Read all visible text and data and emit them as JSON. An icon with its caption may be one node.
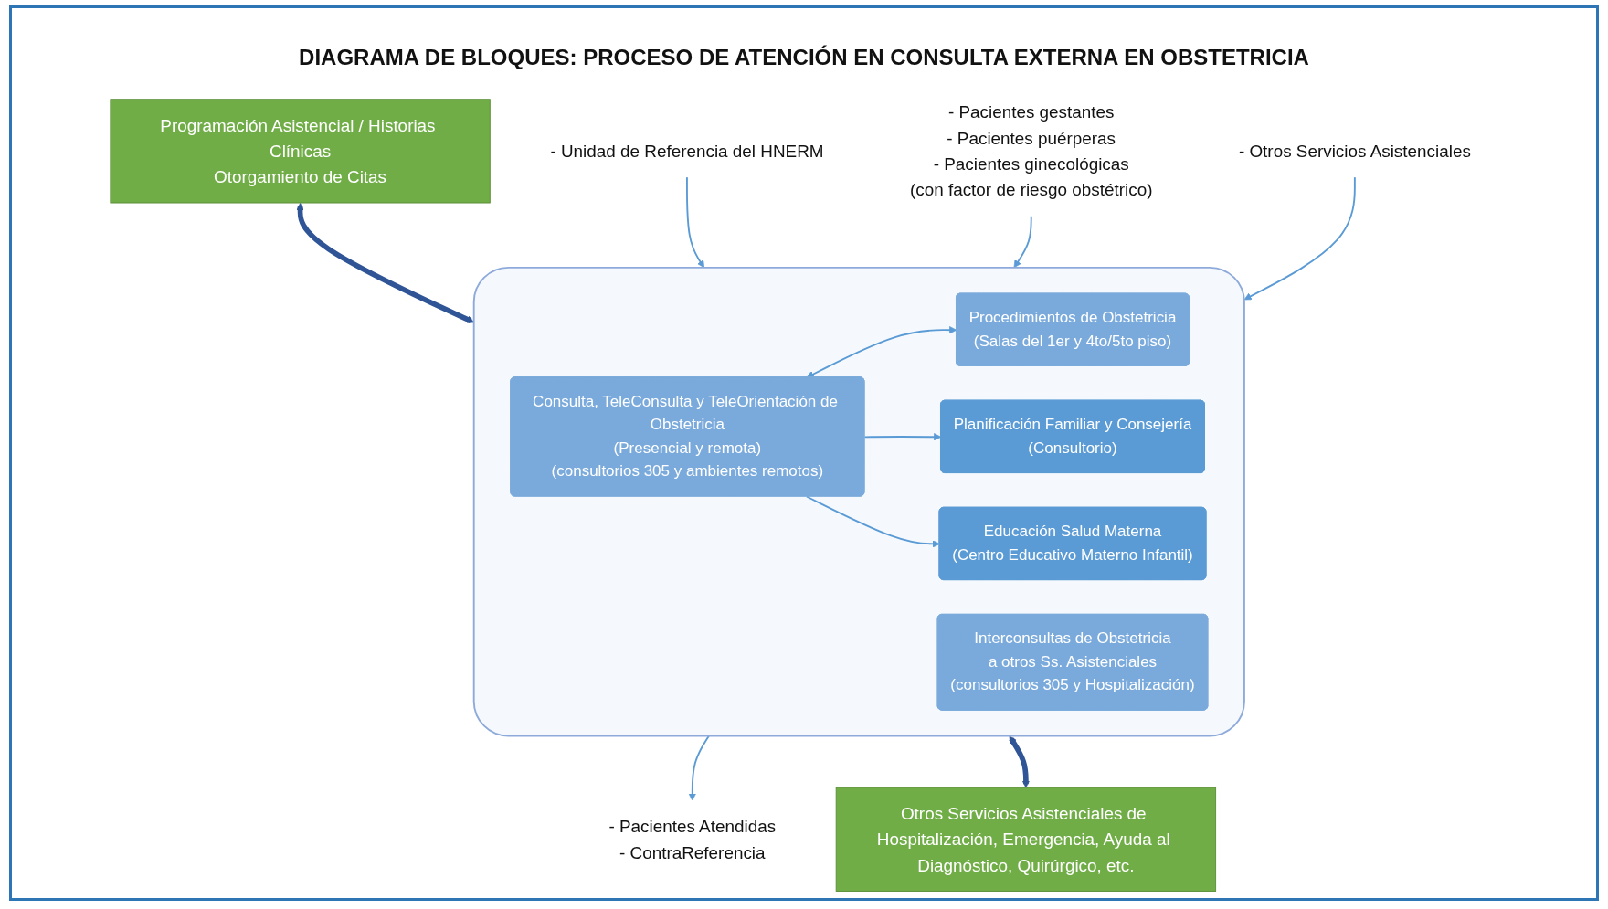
{
  "diagram": {
    "title": "DIAGRAMA DE BLOQUES: PROCESO DE ATENCIÓN EN CONSULTA EXTERNA EN OBSTETRICIA",
    "nodes": [
      {
        "text": [
          "Programación Asistencial / Historias Clínicas",
          "Otorgamiento de Citas"
        ]
      },
      {
        "text": [],
        "shape": "box"
      },
      {
        "text": [
          "Consulta, TeleConsulta y TeleOrientación de Obstetricia",
          "(Presencial y remota)",
          "(consultorios 305 y ambientes remotos)"
        ],
        "in": 1
      },
      {
        "text": [
          "Procedimientos de Obstetricia",
          "(Salas del 1er y 4to/5to piso)"
        ],
        "in": 1
      },
      {
        "text": [
          "Interconsultas de Obstetricia",
          "a otros Ss. Asistenciales",
          "(consultorios 305 y Hospitalización)"
        ],
        "in": 1
      },
      {
        "text": [
          "Planificación Familiar y Consejería",
          "(Consultorio)"
        ],
        "in": 1
      },
      {
        "text": [
          "Educación Salud Materna",
          "(Centro Educativo Materno Infantil)"
        ],
        "in": 1
      },
      {
        "text": [
          "Otros Servicios Asistenciales de Hospitalización, Emergencia, Ayuda al Diagnóstico, Quirúrgico, etc."
        ]
      },
      {
        "text": [
          "- Unidad de Referencia del HNERM"
        ]
      },
      {
        "text": [
          "- Pacientes gestantes",
          "- Pacientes puérperas",
          "- Pacientes ginecológicas",
          "(con factor de riesgo obstétrico)"
        ]
      },
      {
        "text": [
          "- Otros Servicios Asistenciales"
        ]
      },
      {
        "text": [
          "- Pacientes Atendidas",
          "- ContraReferencia"
        ]
      }
    ],
    "edges": [
      {
        "from": 0,
        "to": 1,
        "arrow": "both",
        "style": "thick",
        "color": "#2f5597"
      },
      {
        "from": 8,
        "to": 1,
        "arrow": "to"
      },
      {
        "from": 9,
        "to": 1,
        "arrow": "to"
      },
      {
        "from": 10,
        "to": 1,
        "arrow": "to"
      },
      {
        "from": 2,
        "to": 3,
        "arrow": "both"
      },
      {
        "from": 2,
        "to": 5,
        "arrow": "to"
      },
      {
        "from": 2,
        "to": 6,
        "arrow": "to"
      },
      {
        "from": 1,
        "to": 11,
        "arrow": "to"
      },
      {
        "from": 1,
        "to": 7,
        "arrow": "both",
        "style": "thick",
        "color": "#2f5597"
      }
    ]
  }
}
